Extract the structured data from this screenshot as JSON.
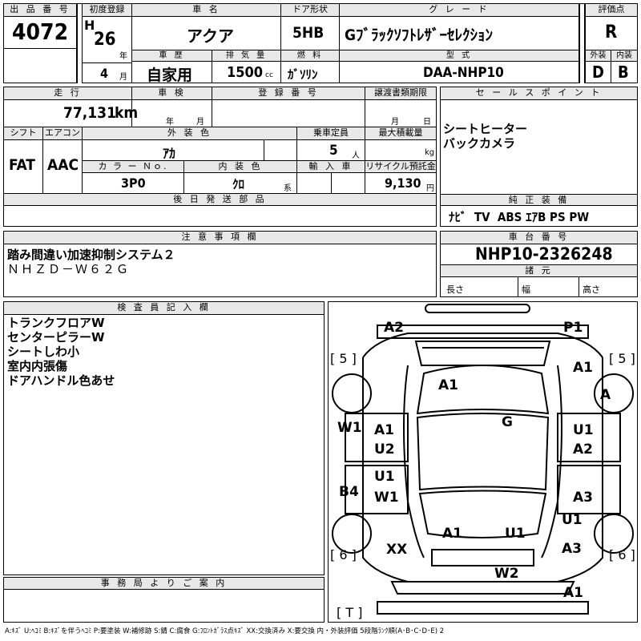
{
  "headers": {
    "lot_no": "出 品 番 号",
    "first_reg": "初度登録",
    "car_name": "車 名",
    "door": "ドア形状",
    "grade": "グ レ ー ド",
    "score": "評価点",
    "history": "車 歴",
    "displacement": "排 気 量",
    "fuel": "燃 料",
    "model_code": "型 式",
    "exterior": "外装",
    "interior": "内装",
    "mileage": "走 行",
    "inspection": "車 検",
    "reg_no": "登 録 番 号",
    "transfer_deadline": "譲渡書類期限",
    "sales_points": "セ ー ル ス ポ イ ン ト",
    "shift": "シフト",
    "aircon": "エアコン",
    "exterior_color": "外 装 色",
    "capacity": "乗車定員",
    "max_load": "最大積載量",
    "color_no": "カ ラ ー Ｎｏ.",
    "interior_color": "内 装 色",
    "import": "輸 入 車",
    "recycle": "リサイクル預託金",
    "later_parts": "後 日 発 送 部 品",
    "equipment": "純 正 装 備",
    "caution": "注 意 事 項 欄",
    "chassis_no": "車 台 番 号",
    "specs": "諸 元",
    "inspector": "検 査 員 記 入 欄",
    "office": "事 務 局 よ り ご 案 内"
  },
  "values": {
    "lot_no": "4072",
    "era": "H",
    "year": "26",
    "year_unit": "年",
    "month": "4",
    "month_unit": "月",
    "car_name": "アクア",
    "door": "5HB",
    "grade": "Gﾌﾞﾗｯｸｿﾌﾄﾚｻﾞｰｾﾚｸｼｮﾝ",
    "score": "R",
    "history": "自家用",
    "displacement": "1500",
    "displacement_unit": "cc",
    "fuel": "ｶﾞｿﾘﾝ",
    "model_code": "DAA-NHP10",
    "exterior_grade": "D",
    "interior_grade": "B",
    "mileage": "77,131",
    "mileage_unit": "km",
    "inspection_year": "年",
    "inspection_month": "月",
    "transfer_month": "月",
    "transfer_day": "日",
    "shift": "FAT",
    "aircon": "AAC",
    "exterior_color": "ｱｶ",
    "capacity": "5",
    "capacity_unit": "人",
    "max_load_unit": "kg",
    "color_no": "3P0",
    "interior_color": "ｸﾛ",
    "interior_color_unit": "系",
    "recycle": "9,130",
    "recycle_unit": "円",
    "equipment": "ﾅﾋﾞ  TV  ABS ｴｱB PS PW",
    "chassis_no": "NHP10-2326248",
    "length": "長さ",
    "width": "幅",
    "height": "高さ",
    "legend": "A:ｷｽﾞ U:ﾍｺﾐ B:ｷｽﾞを伴うﾍｺﾐ P:要塗装 W:補修跡 S:錆 C:腐食 G:ﾌﾛﾝﾄｶﾞﾗｽ点ｷｽﾞ XX:交換済み X:要交換 内・外装評価 5段階ﾗﾝｸ順(A･B･C･D･E) 2"
  },
  "sales_points": [
    "シートヒーター",
    "バックカメラ"
  ],
  "caution_lines": [
    "踏み間違い加速抑制システム２",
    "ＮＨＺＤ－Ｗ６２Ｇ"
  ],
  "inspector_notes": [
    "トランクフロアW",
    "センターピラーW",
    "シートしわ小",
    "室内内張傷",
    "ドアハンドル色あせ"
  ],
  "diagram": {
    "bracket_left_top": "[ 5 ]",
    "bracket_right_top": "[ 5 ]",
    "bracket_left_bottom": "[ 6 ]",
    "bracket_right_bottom": "[ 6 ]",
    "bracket_trunk": "[ T ]",
    "marks": {
      "front_bumper_left": "A2",
      "front_bumper_right": "P1",
      "hood": "A1",
      "right_fender": "A1",
      "right_front_wheel": "A",
      "windshield": "G",
      "left_pillar": "W1",
      "left_front_door_1": "A1",
      "left_front_door_2": "U2",
      "right_front_door_1": "U1",
      "right_front_door_2": "A2",
      "left_sill": "B4",
      "left_rear_door_1": "U1",
      "left_rear_door_2": "W1",
      "right_rear_door": "A3",
      "right_rear_pillar": "U1",
      "roof_rear_left": "A1",
      "roof_rear_right": "U1",
      "left_quarter": "XX",
      "right_quarter": "A3",
      "rear_gate": "W2",
      "rear_bumper": "A1"
    }
  }
}
